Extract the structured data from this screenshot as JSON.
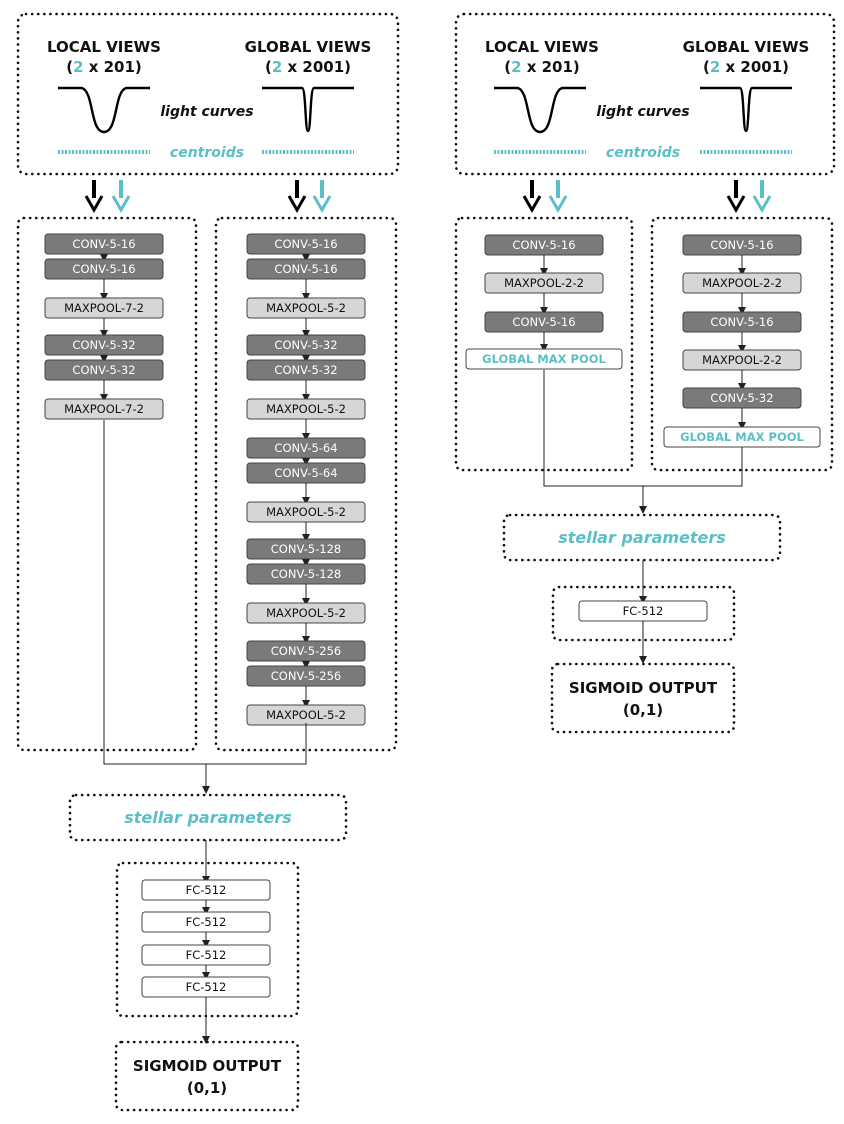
{
  "colors": {
    "conv": "#7a7a7a",
    "maxpool": "#d6d6d6",
    "gmp": "#ffffff",
    "fc": "#ffffff",
    "accent": "#5bbfc7",
    "ink": "#111111"
  },
  "diagrams": [
    {
      "input": {
        "local_title": "LOCAL VIEWS",
        "local_num": "2",
        "local_rest": " x 201)",
        "global_title": "GLOBAL VIEWS",
        "global_num": "2",
        "global_rest": " x 2001)",
        "paren_open": "(",
        "light_curves": "light curves",
        "centroids": "centroids"
      },
      "local_column": [
        "CONV-5-16",
        "CONV-5-16",
        "MAXPOOL-7-2",
        "CONV-5-32",
        "CONV-5-32",
        "MAXPOOL-7-2"
      ],
      "global_column": [
        "CONV-5-16",
        "CONV-5-16",
        "MAXPOOL-5-2",
        "CONV-5-32",
        "CONV-5-32",
        "MAXPOOL-5-2",
        "CONV-5-64",
        "CONV-5-64",
        "MAXPOOL-5-2",
        "CONV-5-128",
        "CONV-5-128",
        "MAXPOOL-5-2",
        "CONV-5-256",
        "CONV-5-256",
        "MAXPOOL-5-2"
      ],
      "stellar": "stellar parameters",
      "fc": [
        "FC-512",
        "FC-512",
        "FC-512",
        "FC-512"
      ],
      "output": [
        "SIGMOID OUTPUT",
        "(0,1)"
      ]
    },
    {
      "input": {
        "local_title": "LOCAL VIEWS",
        "local_num": "2",
        "local_rest": " x 201)",
        "global_title": "GLOBAL VIEWS",
        "global_num": "2",
        "global_rest": " x 2001)",
        "paren_open": "(",
        "light_curves": "light curves",
        "centroids": "centroids"
      },
      "local_column": [
        "CONV-5-16",
        "MAXPOOL-2-2",
        "CONV-5-16",
        "GLOBAL MAX POOL"
      ],
      "global_column": [
        "CONV-5-16",
        "MAXPOOL-2-2",
        "CONV-5-16",
        "MAXPOOL-2-2",
        "CONV-5-32",
        "GLOBAL MAX POOL"
      ],
      "stellar": "stellar parameters",
      "fc": [
        "FC-512"
      ],
      "output": [
        "SIGMOID OUTPUT",
        "(0,1)"
      ]
    }
  ]
}
